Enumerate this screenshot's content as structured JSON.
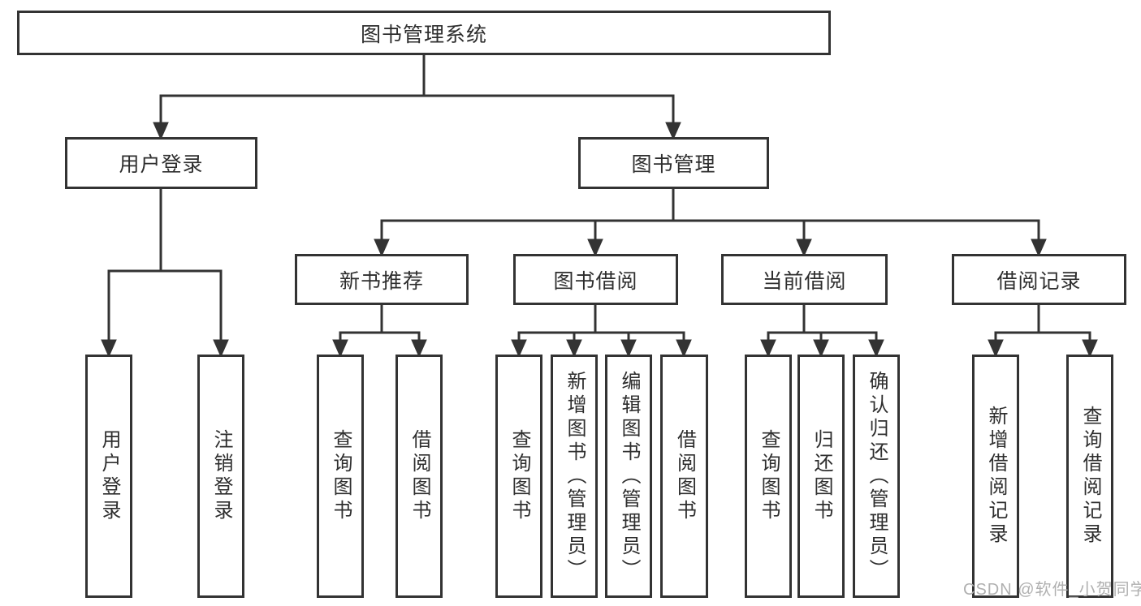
{
  "diagram": {
    "root": {
      "label": "图书管理系统"
    },
    "login_branch": {
      "label": "用户登录",
      "children": [
        {
          "label": "用户登录"
        },
        {
          "label": "注销登录"
        }
      ]
    },
    "mgmt_branch": {
      "label": "图书管理",
      "sections": [
        {
          "label": "新书推荐",
          "children": [
            {
              "label": "查询图书"
            },
            {
              "label": "借阅图书"
            }
          ]
        },
        {
          "label": "图书借阅",
          "children": [
            {
              "label": "查询图书"
            },
            {
              "label": "新增图书（管理员）"
            },
            {
              "label": "编辑图书（管理员）"
            },
            {
              "label": "借阅图书"
            }
          ]
        },
        {
          "label": "当前借阅",
          "children": [
            {
              "label": "查询图书"
            },
            {
              "label": "归还图书"
            },
            {
              "label": "确认归还（管理员）"
            }
          ]
        },
        {
          "label": "借阅记录",
          "children": [
            {
              "label": "新增借阅记录"
            },
            {
              "label": "查询借阅记录"
            }
          ]
        }
      ]
    },
    "watermark": "CSDN @软件_小贺同学"
  }
}
